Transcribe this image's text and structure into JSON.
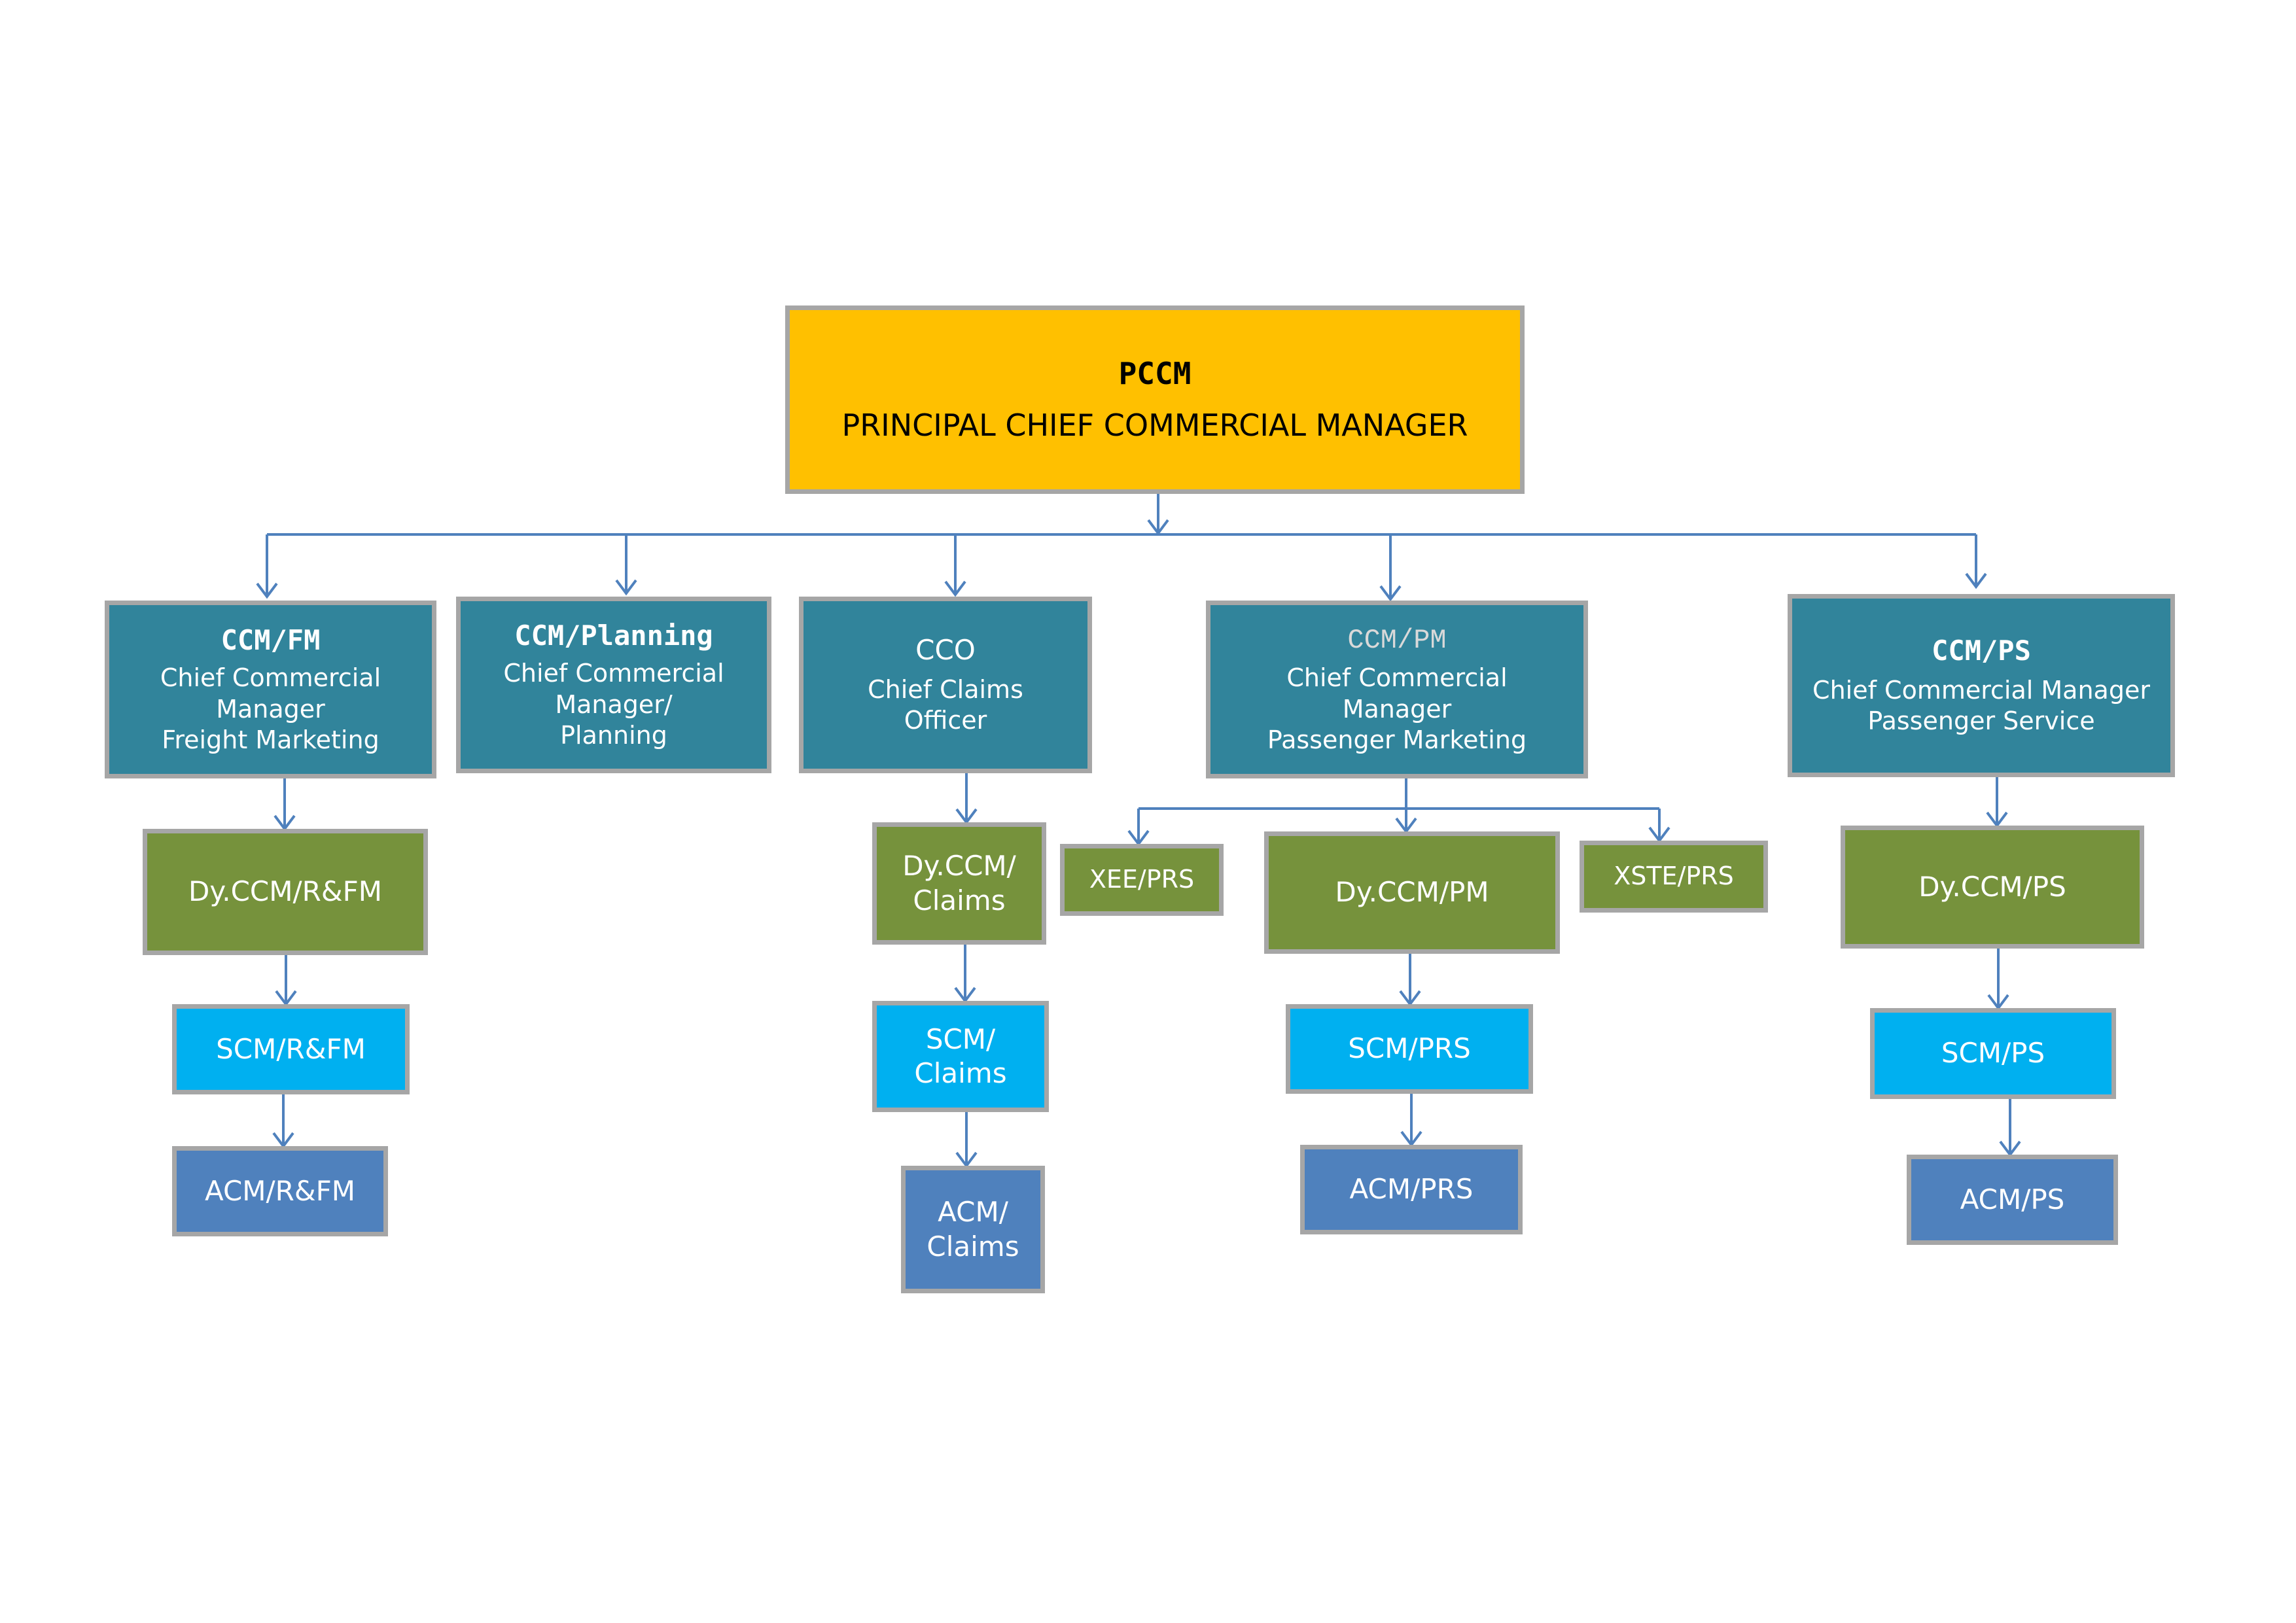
{
  "top": {
    "code": "PCCM",
    "title": "PRINCIPAL CHIEF COMMERCIAL MANAGER"
  },
  "ccm_fm": {
    "code": "CCM/FM",
    "lines": [
      "Chief Commercial",
      "Manager",
      "Freight Marketing"
    ]
  },
  "ccm_planning": {
    "code": "CCM/Planning",
    "lines": [
      "Chief Commercial",
      "Manager/",
      "Planning"
    ]
  },
  "cco": {
    "code": "CCO",
    "lines": [
      "Chief Claims",
      "Officer"
    ]
  },
  "ccm_pm": {
    "code": "CCM/PM",
    "lines": [
      "Chief Commercial",
      "Manager",
      "Passenger Marketing"
    ]
  },
  "ccm_ps": {
    "code": "CCM/PS",
    "lines": [
      "Chief Commercial Manager",
      "Passenger Service"
    ]
  },
  "fm_chain": [
    "Dy.CCM/R&FM",
    "SCM/R&FM",
    "ACM/R&FM"
  ],
  "claims_chain": [
    [
      "Dy.CCM/",
      "Claims"
    ],
    [
      "SCM/",
      "Claims"
    ],
    [
      "ACM/",
      "Claims"
    ]
  ],
  "pm_side": {
    "left": "XEE/PRS",
    "right": "XSTE/PRS"
  },
  "pm_chain": [
    "Dy.CCM/PM",
    "SCM/PRS",
    "ACM/PRS"
  ],
  "ps_chain": [
    "Dy.CCM/PS",
    "SCM/PS",
    "ACM/PS"
  ],
  "colors": {
    "top": "#ffc000",
    "level1": "#31849b",
    "deputy": "#76923c",
    "senior": "#00b0f0",
    "assistant": "#4f81bd",
    "border": "#a6a6a6",
    "connector": "#4f81bd"
  }
}
